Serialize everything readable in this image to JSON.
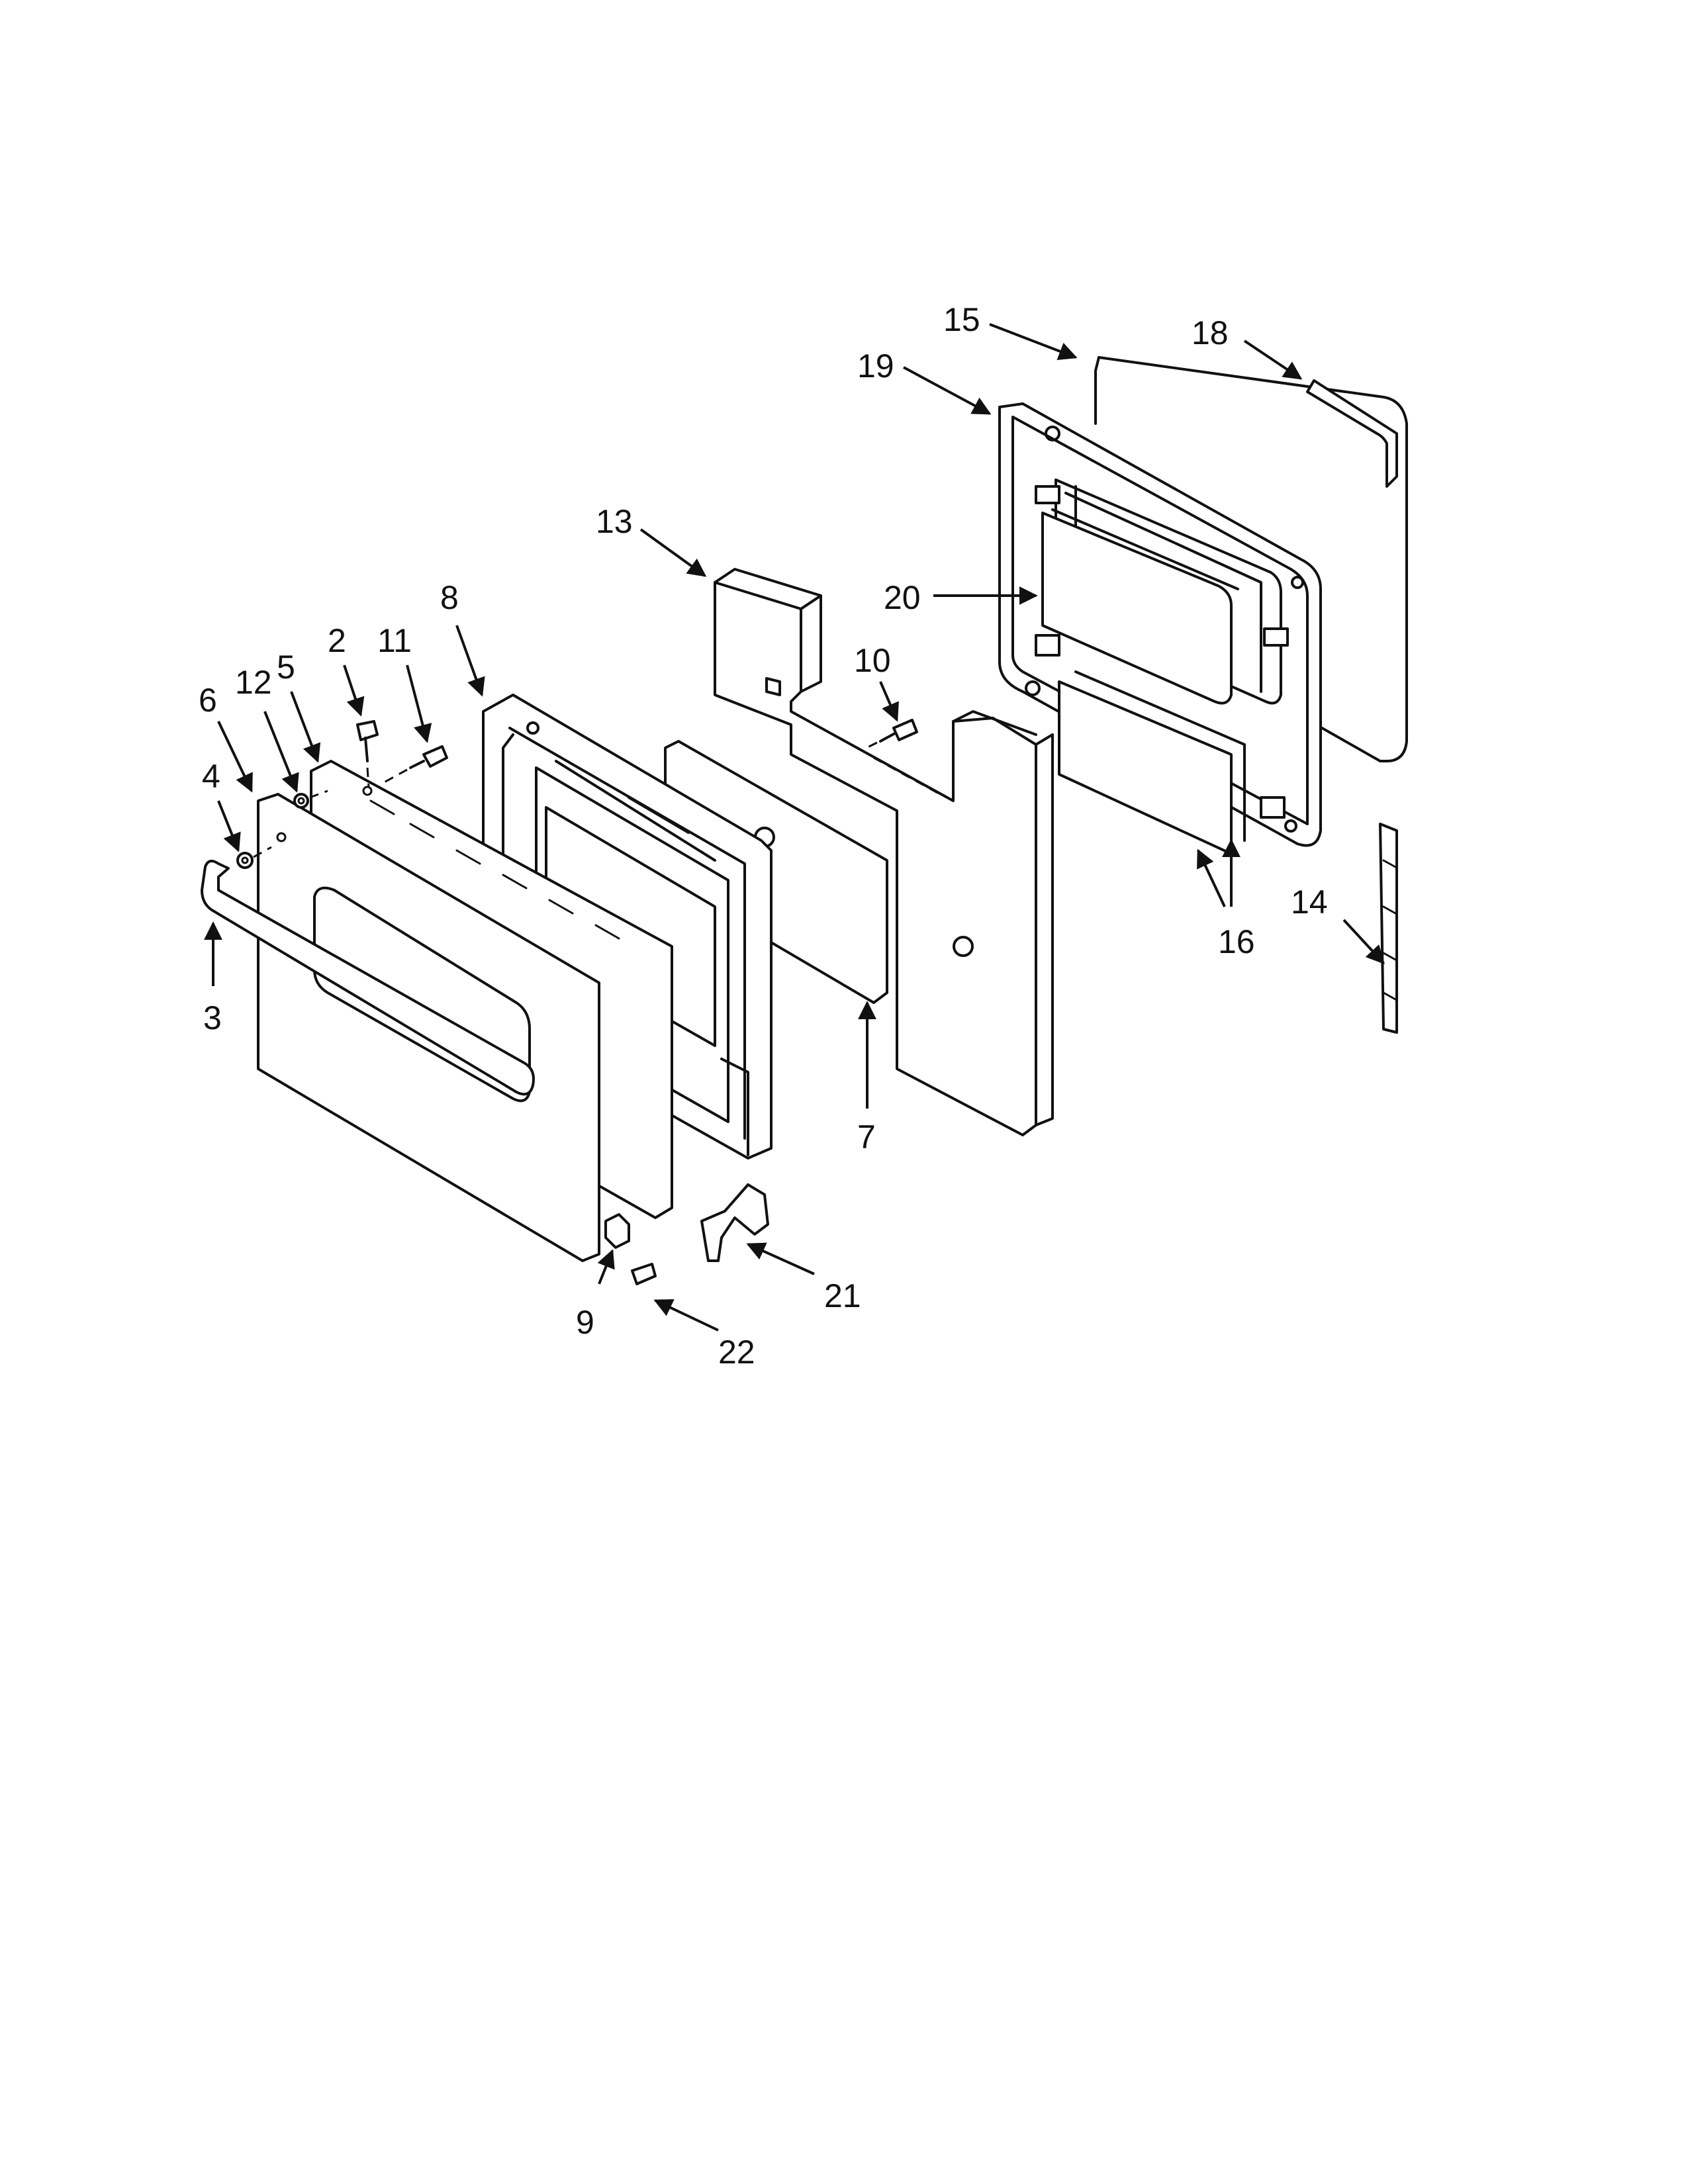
{
  "diagram": {
    "callouts": [
      {
        "id": "c15",
        "text": "15"
      },
      {
        "id": "c18",
        "text": "18"
      },
      {
        "id": "c19",
        "text": "19"
      },
      {
        "id": "c13",
        "text": "13"
      },
      {
        "id": "c20",
        "text": "20"
      },
      {
        "id": "c8",
        "text": "8"
      },
      {
        "id": "c2",
        "text": "2"
      },
      {
        "id": "c11",
        "text": "11"
      },
      {
        "id": "c10",
        "text": "10"
      },
      {
        "id": "c12",
        "text": "12"
      },
      {
        "id": "c5",
        "text": "5"
      },
      {
        "id": "c6",
        "text": "6"
      },
      {
        "id": "c4",
        "text": "4"
      },
      {
        "id": "c3",
        "text": "3"
      },
      {
        "id": "c7",
        "text": "7"
      },
      {
        "id": "c16",
        "text": "16"
      },
      {
        "id": "c14",
        "text": "14"
      },
      {
        "id": "c9",
        "text": "9"
      },
      {
        "id": "c21",
        "text": "21"
      },
      {
        "id": "c22",
        "text": "22"
      }
    ]
  }
}
